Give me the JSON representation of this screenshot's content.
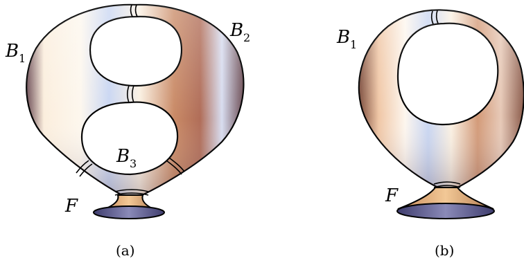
{
  "figure_a": {
    "label_b1": {
      "base": "B",
      "sub": "1"
    },
    "label_b2": {
      "base": "B",
      "sub": "2"
    },
    "label_b3": {
      "base": "B",
      "sub": "3"
    },
    "label_f": "F",
    "caption": "(a)"
  },
  "figure_b": {
    "label_b1": {
      "base": "B",
      "sub": "1"
    },
    "label_f": "F",
    "caption": "(b)"
  },
  "colors": {
    "outline": "#000000",
    "warm": "#c98a66",
    "dark_brown": "#7a4a3a",
    "cool": "#c9d6f2",
    "cream": "#fbf1e3",
    "foot_top": "#e2b487",
    "foot_bottom": "#4b4a78"
  }
}
